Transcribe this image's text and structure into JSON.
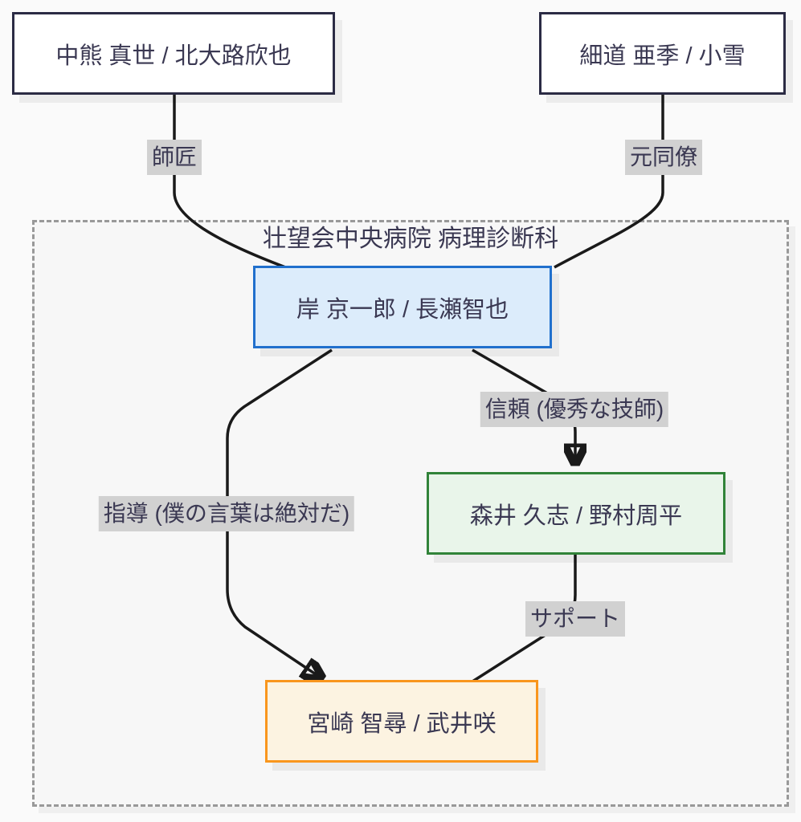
{
  "diagram": {
    "cluster": {
      "title": "壮望会中央病院 病理診断科",
      "fill": "#f7f7f7",
      "stroke": "#999999",
      "border_style": "dashed"
    },
    "nodes": [
      {
        "id": "nakakuma",
        "label": "中熊 真世 / 北大路欣也",
        "variant": "default",
        "in_cluster": false
      },
      {
        "id": "hosomichi",
        "label": "細道 亜季 / 小雪",
        "variant": "default",
        "in_cluster": false
      },
      {
        "id": "kishi",
        "label": "岸 京一郎 / 長瀬智也",
        "variant": "blue",
        "in_cluster": true
      },
      {
        "id": "morii",
        "label": "森井 久志 / 野村周平",
        "variant": "green",
        "in_cluster": true
      },
      {
        "id": "miyazaki",
        "label": "宮崎 智尋 / 武井咲",
        "variant": "orange",
        "in_cluster": true
      }
    ],
    "edges": [
      {
        "from": "nakakuma",
        "to": "kishi",
        "label": "師匠",
        "arrowhead": false
      },
      {
        "from": "hosomichi",
        "to": "kishi",
        "label": "元同僚",
        "arrowhead": false
      },
      {
        "from": "kishi",
        "to": "morii",
        "label": "信頼 (優秀な技師)",
        "arrowhead": true
      },
      {
        "from": "kishi",
        "to": "miyazaki",
        "label": "指導 (僕の言葉は絶対だ)",
        "arrowhead": true
      },
      {
        "from": "morii",
        "to": "miyazaki",
        "label": "サポート",
        "arrowhead": false
      }
    ],
    "palette": {
      "default": {
        "fill": "#ffffff",
        "stroke": "#2b2b44"
      },
      "blue": {
        "fill": "#dcecfb",
        "stroke": "#2170cd"
      },
      "green": {
        "fill": "#e9f5ea",
        "stroke": "#318339"
      },
      "orange": {
        "fill": "#fcf3e1",
        "stroke": "#f9961d"
      }
    },
    "colors": {
      "page_bg": "#fafafa",
      "text": "#3a3852",
      "edge_line": "#1a1a1a",
      "edge_label_bg": "#d1d1d1"
    }
  }
}
